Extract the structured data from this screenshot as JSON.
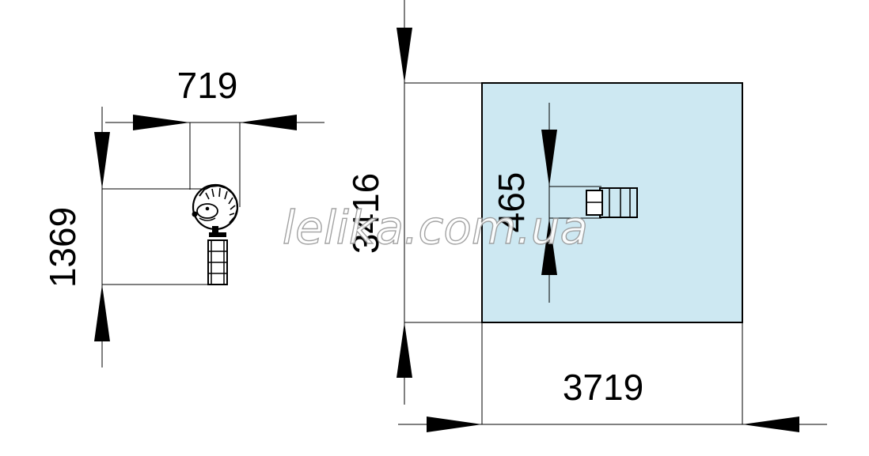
{
  "dimensions": {
    "small_width": "719",
    "small_height": "1369",
    "zone_height": "3416",
    "zone_width": "3719",
    "item_depth": "465"
  },
  "watermark": "lelika.com.ua",
  "colors": {
    "safety_zone_fill": "#cde8f2",
    "line": "#000000"
  }
}
